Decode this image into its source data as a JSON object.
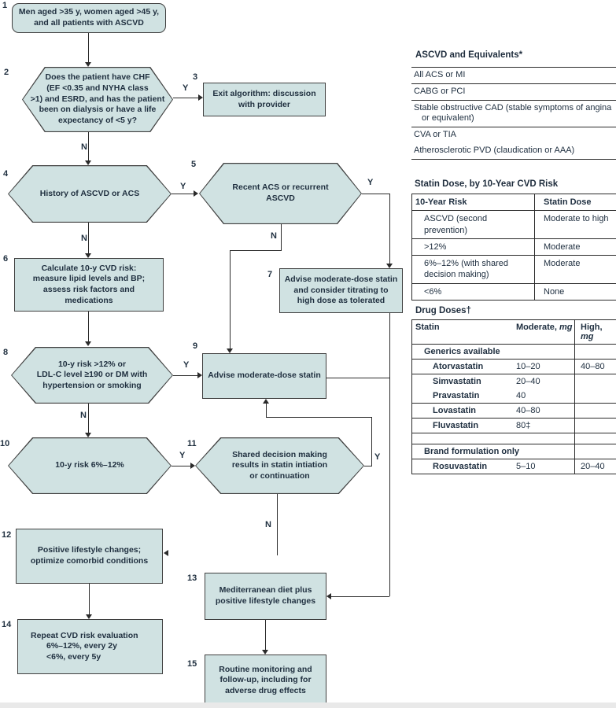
{
  "figure": {
    "yn": {
      "yes": "Y",
      "no": "N"
    },
    "colors": {
      "node_fill": "#d0e2e2",
      "node_border": "#3f3f3f",
      "connector": "#2b2b2b",
      "text": "#1f2f3f"
    },
    "nodes": {
      "n1": {
        "num": "1",
        "text": "Men aged >35 y, women aged >45 y,\nand all patients with ASCVD"
      },
      "n2": {
        "num": "2",
        "text": "Does the patient have CHF\n(EF <0.35 and NYHA class\n>1) and ESRD, and has the patient\nbeen on dialysis or have a life\nexpectancy of <5 y?"
      },
      "n3": {
        "num": "3",
        "text": "Exit algorithm: discussion\nwith provider"
      },
      "n4": {
        "num": "4",
        "text": "History of ASCVD or ACS"
      },
      "n5": {
        "num": "5",
        "text": "Recent ACS or recurrent\nASCVD"
      },
      "n6": {
        "num": "6",
        "text": "Calculate 10-y CVD risk:\nmeasure lipid levels and BP;\nassess risk factors and\nmedications"
      },
      "n7": {
        "num": "7",
        "text": "Advise moderate-dose statin\nand consider titrating to\nhigh dose as tolerated"
      },
      "n8": {
        "num": "8",
        "text": "10-y risk >12% or\nLDL-C level ≥190 or DM with\nhypertension or smoking"
      },
      "n9": {
        "num": "9",
        "text": "Advise moderate-dose statin"
      },
      "n10": {
        "num": "10",
        "text": "10-y risk 6%–12%"
      },
      "n11": {
        "num": "11",
        "text": "Shared decision making\nresults in statin intiation\nor continuation"
      },
      "n12": {
        "num": "12",
        "text": "Positive lifestyle changes;\noptimize comorbid conditions"
      },
      "n13": {
        "num": "13",
        "text": "Mediterranean diet plus\npositive lifestyle changes"
      },
      "n14": {
        "num": "14",
        "lines": [
          "Repeat CVD risk evaluation",
          "6%–12%, every 2y",
          "<6%, every 5y"
        ]
      },
      "n15": {
        "num": "15",
        "text": "Routine monitoring and\nfollow-up, including for\nadverse drug effects"
      }
    }
  },
  "tables": {
    "ascvd": {
      "title": "ASCVD and Equivalents*",
      "rows": [
        "All ACS or MI",
        "CABG or PCI",
        "Stable obstructive CAD (stable symptoms of angina or equivalent)",
        "CVA or TIA",
        "Atherosclerotic PVD (claudication or AAA)"
      ]
    },
    "statin_dose": {
      "title": "Statin Dose, by 10-Year CVD Risk",
      "headers": [
        "10-Year Risk",
        "Statin Dose"
      ],
      "rows": [
        [
          "ASCVD (second prevention)",
          "Moderate to high"
        ],
        [
          ">12%",
          "Moderate"
        ],
        [
          "6%–12% (with shared decision making)",
          "Moderate"
        ],
        [
          "<6%",
          "None"
        ]
      ]
    },
    "drug_doses": {
      "title": "Drug Doses†",
      "col1_header": "Statin",
      "col2_header_prefix": "Moderate, ",
      "col3_header_prefix": "High, ",
      "unit": "mg",
      "generic_section_label": "Generics available",
      "generic_rows": [
        [
          "Atorvastatin",
          "10–20",
          "40–80"
        ],
        [
          "Simvastatin",
          "20–40",
          ""
        ],
        [
          "Pravastatin",
          "40",
          ""
        ],
        [
          "Lovastatin",
          "40–80",
          ""
        ],
        [
          "Fluvastatin",
          "80‡",
          ""
        ]
      ],
      "brand_section_label": "Brand formulation only",
      "brand_rows": [
        [
          "Rosuvastatin",
          "5–10",
          "20–40"
        ]
      ]
    }
  }
}
